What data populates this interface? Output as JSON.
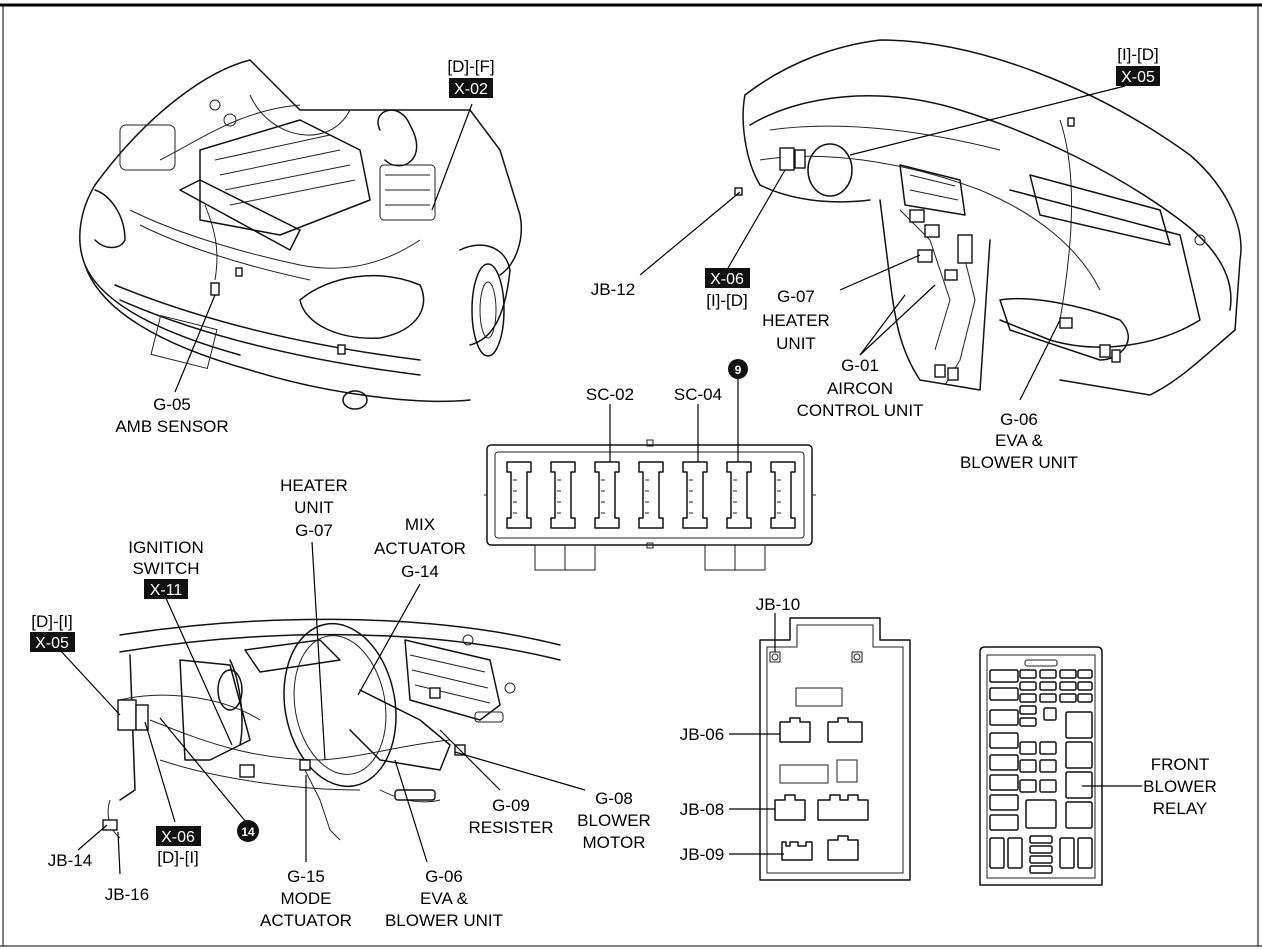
{
  "callouts": {
    "df": "[D]-[F]",
    "x02": "X-02",
    "id_top": "[I]-[D]",
    "x05_top": "X-05",
    "jb12": "JB-12",
    "x06_top": "X-06",
    "id_mid": "[I]-[D]",
    "g07_code": "G-07",
    "g07_l1": "HEATER",
    "g07_l2": "UNIT",
    "g01_code": "G-01",
    "g01_l1": "AIRCON",
    "g01_l2": "CONTROL UNIT",
    "g06_code": "G-06",
    "g06_l1": "EVA &",
    "g06_l2": "BLOWER UNIT",
    "g05_code": "G-05",
    "g05_l1": "AMB SENSOR",
    "sc02": "SC-02",
    "sc04": "SC-04",
    "nine": "9",
    "heater_l1": "HEATER",
    "heater_l2": "UNIT",
    "heater_code": "G-07",
    "mix_l1": "MIX",
    "mix_l2": "ACTUATOR",
    "mix_code": "G-14",
    "ign_l1": "IGNITION",
    "ign_l2": "SWITCH",
    "x11": "X-11",
    "di_top": "[D]-[I]",
    "x05_bot": "X-05",
    "jb10": "JB-10",
    "jb06": "JB-06",
    "jb08": "JB-08",
    "jb09": "JB-09",
    "front_l1": "FRONT",
    "front_l2": "BLOWER",
    "front_l3": "RELAY",
    "g08_code": "G-08",
    "g08_l1": "BLOWER",
    "g08_l2": "MOTOR",
    "g09_code": "G-09",
    "g09_l1": "RESISTER",
    "x06_bot": "X-06",
    "di_bot": "[D]-[I]",
    "fourteen": "14",
    "jb14": "JB-14",
    "jb16": "JB-16",
    "g15_code": "G-15",
    "g15_l1": "MODE",
    "g15_l2": "ACTUATOR",
    "g06b_code": "G-06",
    "g06b_l1": "EVA &",
    "g06b_l2": "BLOWER UNIT"
  },
  "colors": {
    "ink": "#000000",
    "paper": "#ffffff",
    "tag_bg": "#111111"
  }
}
